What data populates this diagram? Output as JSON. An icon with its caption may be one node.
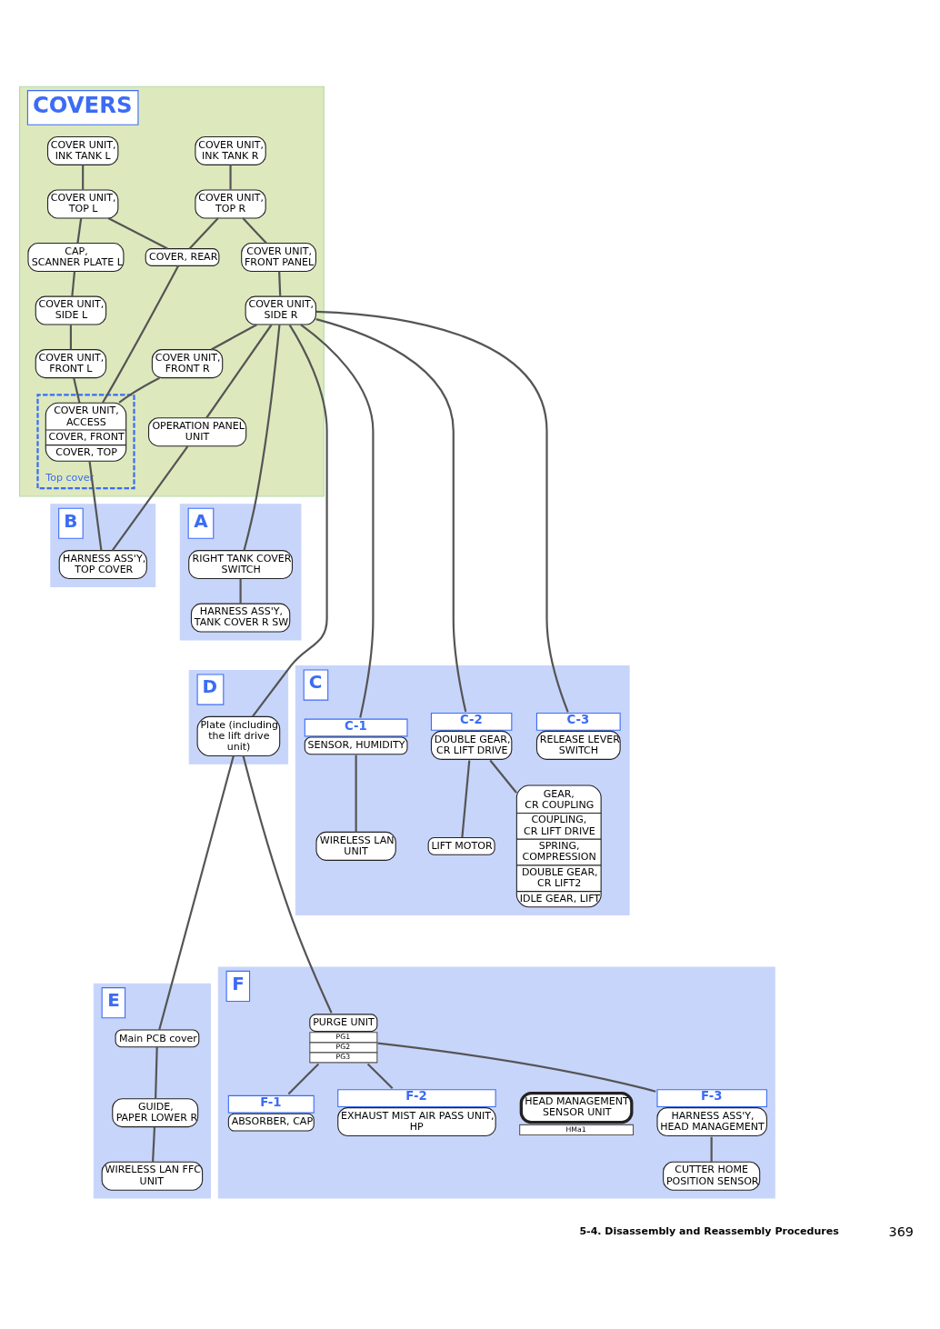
{
  "diagram": {
    "nodes": [
      {
        "text": [
          "COVERS"
        ]
      },
      {
        "text": [
          "COVER UNIT, INK TANK L"
        ],
        "in": 0
      },
      {
        "text": [
          "COVER UNIT, INK TANK R"
        ],
        "in": 0
      },
      {
        "text": [
          "COVER UNIT, TOP L"
        ],
        "in": 0
      },
      {
        "text": [
          "COVER UNIT, TOP R"
        ],
        "in": 0
      },
      {
        "text": [
          "CAP, SCANNER PLATE L"
        ],
        "in": 0
      },
      {
        "text": [
          "COVER, REAR"
        ],
        "in": 0
      },
      {
        "text": [
          "COVER UNIT, FRONT PANEL"
        ],
        "in": 0
      },
      {
        "text": [
          "COVER UNIT, SIDE L"
        ],
        "in": 0
      },
      {
        "text": [
          "COVER UNIT, SIDE R"
        ],
        "in": 0
      },
      {
        "text": [
          "COVER UNIT, FRONT L"
        ],
        "in": 0
      },
      {
        "text": [
          "COVER UNIT, FRONT R"
        ],
        "in": 0
      },
      {
        "text": [
          "OPERATION PANEL UNIT"
        ],
        "in": 0
      },
      {
        "text": [
          "Top cover"
        ],
        "in": 0
      },
      {
        "text": [
          "COVER UNIT, ACCESS",
          "COVER, FRONT",
          "COVER, TOP"
        ],
        "in": 13
      },
      {
        "text": [
          "B"
        ]
      },
      {
        "text": [
          "HARNESS ASS'Y, TOP COVER"
        ],
        "in": 15
      },
      {
        "text": [
          "A"
        ]
      },
      {
        "text": [
          "RIGHT TANK COVER SWITCH"
        ],
        "in": 17
      },
      {
        "text": [
          "HARNESS ASS'Y, TANK COVER R SW"
        ],
        "in": 17
      },
      {
        "text": [
          "D"
        ]
      },
      {
        "text": [
          "Plate (including the lift drive unit)"
        ],
        "in": 20
      },
      {
        "text": [
          "C"
        ]
      },
      {
        "text": [
          "C-1",
          "SENSOR, HUMIDITY"
        ],
        "in": 22
      },
      {
        "text": [
          "WIRELESS LAN UNIT"
        ],
        "in": 22
      },
      {
        "text": [
          "C-2",
          "DOUBLE GEAR, CR LIFT DRIVE"
        ],
        "in": 22
      },
      {
        "text": [
          "GEAR, CR COUPLING",
          "COUPLING, CR LIFT DRIVE",
          "SPRING, COMPRESSION",
          "DOUBLE GEAR, CR LIFT2",
          "IDLE GEAR, LIFT"
        ],
        "in": 22
      },
      {
        "text": [
          "LIFT MOTOR"
        ],
        "in": 22
      },
      {
        "text": [
          "C-3",
          "RELEASE LEVER SWITCH"
        ],
        "in": 22
      },
      {
        "text": [
          "E"
        ]
      },
      {
        "text": [
          "Main PCB cover"
        ],
        "in": 29
      },
      {
        "text": [
          "GUIDE, PAPER LOWER R"
        ],
        "in": 29
      },
      {
        "text": [
          "WIRELESS LAN FFC UNIT"
        ],
        "in": 29
      },
      {
        "text": [
          "F"
        ]
      },
      {
        "text": [
          "PURGE UNIT",
          "PG1",
          "PG2",
          "PG3"
        ],
        "in": 33
      },
      {
        "text": [
          "F-1",
          "ABSORBER, CAP"
        ],
        "in": 33
      },
      {
        "text": [
          "F-2",
          "EXHAUST MIST AIR PASS UNIT, HP"
        ],
        "in": 33
      },
      {
        "text": [
          "HEAD MANAGEMENT SENSOR UNIT",
          "HMa1"
        ],
        "in": 33
      },
      {
        "text": [
          "F-3",
          "HARNESS ASS'Y, HEAD MANAGEMENT"
        ],
        "in": 33
      },
      {
        "text": [
          "CUTTER HOME POSITION SENSOR"
        ],
        "in": 33
      }
    ],
    "edges": [
      {
        "from": 1,
        "to": 3,
        "arrow": "none"
      },
      {
        "from": 3,
        "to": 5,
        "arrow": "none"
      },
      {
        "from": 5,
        "to": 8,
        "arrow": "none"
      },
      {
        "from": 8,
        "to": 10,
        "arrow": "none"
      },
      {
        "from": 2,
        "to": 4,
        "arrow": "none"
      },
      {
        "from": 4,
        "to": 7,
        "arrow": "none"
      },
      {
        "from": 7,
        "to": 9,
        "arrow": "none"
      },
      {
        "from": 9,
        "to": 11,
        "arrow": "none"
      },
      {
        "from": 3,
        "to": 6,
        "arrow": "none"
      },
      {
        "from": 4,
        "to": 6,
        "arrow": "none"
      },
      {
        "from": 6,
        "to": 14,
        "arrow": "none"
      },
      {
        "from": 10,
        "to": 14,
        "arrow": "none"
      },
      {
        "from": 11,
        "to": 14,
        "arrow": "none"
      },
      {
        "from": 9,
        "to": 12,
        "arrow": "none"
      },
      {
        "from": 9,
        "to": 18,
        "arrow": "none"
      },
      {
        "from": 9,
        "to": 21,
        "arrow": "none"
      },
      {
        "from": 9,
        "to": 23,
        "arrow": "none"
      },
      {
        "from": 9,
        "to": 25,
        "arrow": "none"
      },
      {
        "from": 9,
        "to": 28,
        "arrow": "none"
      },
      {
        "from": 12,
        "to": 16,
        "arrow": "none"
      },
      {
        "from": 14,
        "to": 16,
        "arrow": "none"
      },
      {
        "from": 18,
        "to": 19,
        "arrow": "none"
      },
      {
        "from": 23,
        "to": 24,
        "arrow": "none"
      },
      {
        "from": 25,
        "to": 26,
        "arrow": "none"
      },
      {
        "from": 25,
        "to": 27,
        "arrow": "none"
      },
      {
        "from": 21,
        "to": 30,
        "arrow": "none"
      },
      {
        "from": 21,
        "to": 34,
        "arrow": "none"
      },
      {
        "from": 30,
        "to": 31,
        "arrow": "none"
      },
      {
        "from": 31,
        "to": 32,
        "arrow": "none"
      },
      {
        "from": 34,
        "to": 35,
        "arrow": "none"
      },
      {
        "from": 34,
        "to": 36,
        "arrow": "none"
      },
      {
        "from": 34,
        "to": 38,
        "arrow": "none"
      },
      {
        "from": 38,
        "to": 39,
        "arrow": "none"
      }
    ],
    "labels": [
      "5-4. Disassembly and Reassembly Procedures",
      "369"
    ]
  }
}
